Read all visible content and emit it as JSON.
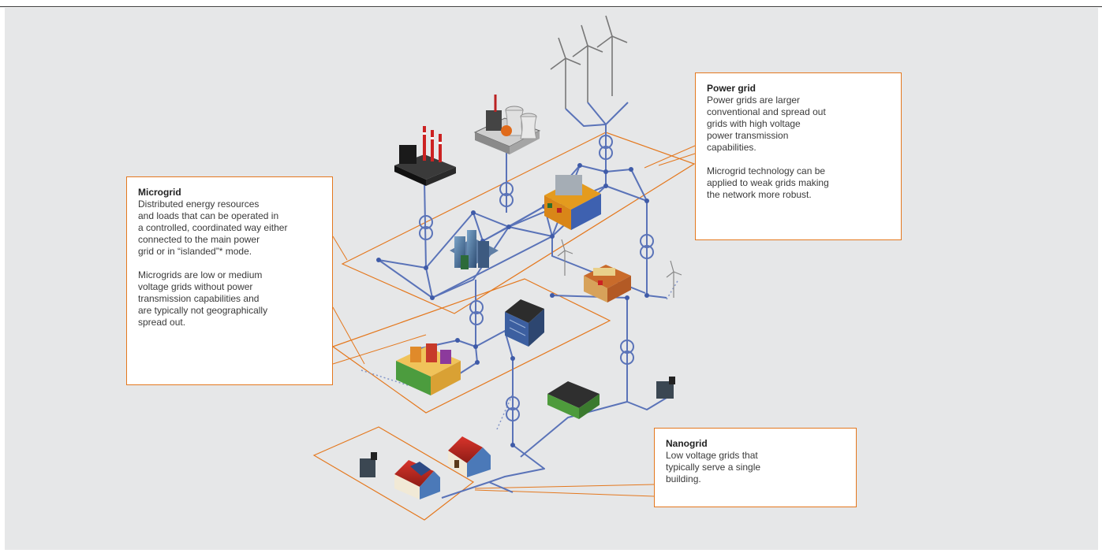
{
  "callouts": {
    "power_grid": {
      "title": "Power grid",
      "paragraph1": "Power grids are larger\nconventional and spread out\ngrids with high voltage\npower transmission\ncapabilities.",
      "paragraph2": "Microgrid technology can be\napplied to weak grids making\nthe network more robust."
    },
    "microgrid": {
      "title": "Microgrid",
      "paragraph1": "Distributed energy resources\nand loads that can be operated in\na controlled, coordinated way either\nconnected to the main power\ngrid or in “islanded”* mode.",
      "paragraph2": "Microgrids are low or medium\nvoltage grids without power\ntransmission capabilities and\nare typically not geographically\nspread out."
    },
    "nanogrid": {
      "title": "Nanogrid",
      "paragraph1": "Low voltage grids that\ntypically serve a single\nbuilding."
    }
  },
  "colors": {
    "outline": "#e4781e",
    "network": "#5a73b8",
    "background": "#e6e7e8"
  },
  "icons": [
    "wind-turbine-icon",
    "power-plant-icon",
    "factory-icon",
    "office-building-icon",
    "apartment-building-icon",
    "house-icon",
    "generator-icon",
    "transformer-icon"
  ]
}
